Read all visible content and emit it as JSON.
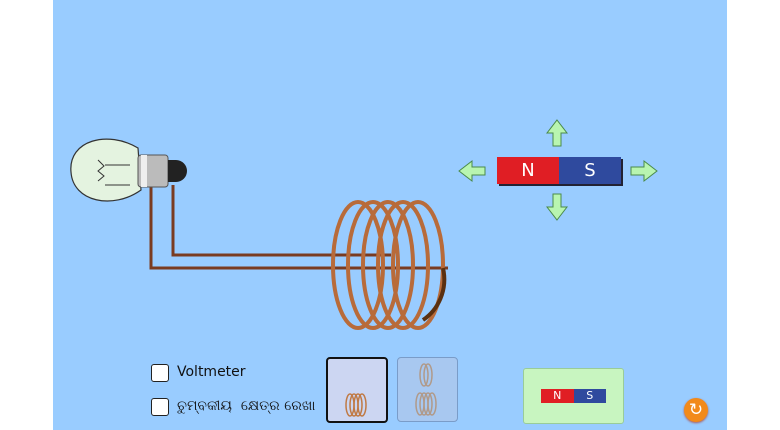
{
  "controls": {
    "voltmeter_label": "Voltmeter",
    "field_lines_label": "ଚୁମ୍ବକୀୟ  କ୍ଷେତ୍ର ରେଖା",
    "voltmeter_checked": false,
    "field_lines_checked": false
  },
  "magnet": {
    "north": "N",
    "south": "S"
  },
  "flip_button": {
    "north": "N",
    "south": "S"
  },
  "colors": {
    "background": "#99ccff",
    "north": "#e01e24",
    "south": "#2f4a9e",
    "arrow": "#b8f5b0"
  }
}
